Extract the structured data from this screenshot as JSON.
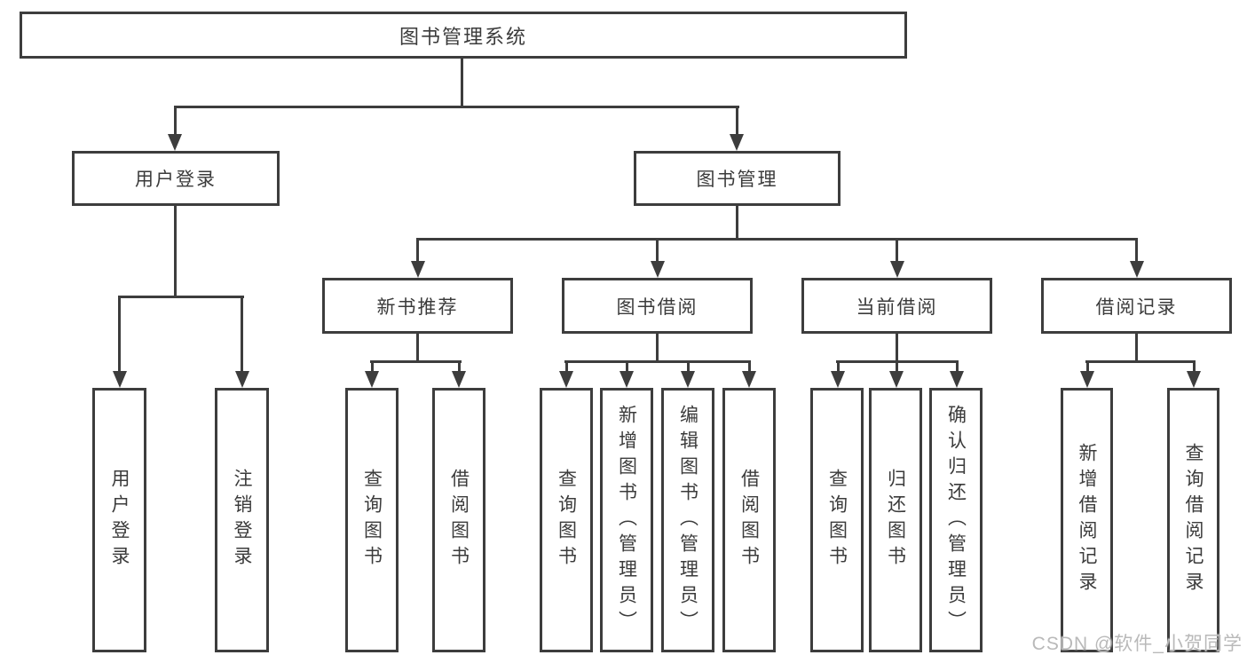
{
  "tree": {
    "root": "图书管理系统",
    "user_login": {
      "label": "用户登录",
      "children": [
        "用户登录",
        "注销登录"
      ]
    },
    "book_management": {
      "label": "图书管理",
      "sections": [
        {
          "label": "新书推荐",
          "children": [
            "查询图书",
            "借阅图书"
          ]
        },
        {
          "label": "图书借阅",
          "children": [
            "查询图书",
            "新增图书（管理员）",
            "编辑图书（管理员）",
            "借阅图书"
          ]
        },
        {
          "label": "当前借阅",
          "children": [
            "查询图书",
            "归还图书",
            "确认归还（管理员）"
          ]
        },
        {
          "label": "借阅记录",
          "children": [
            "新增借阅记录",
            "查询借阅记录"
          ]
        }
      ]
    }
  },
  "watermark": "CSDN @软件_小贺同学",
  "colors": {
    "line": "#3d3d3d",
    "text": "#3b3b3b",
    "watermark_color": "#b9b9b9",
    "background": "#ffffff"
  }
}
